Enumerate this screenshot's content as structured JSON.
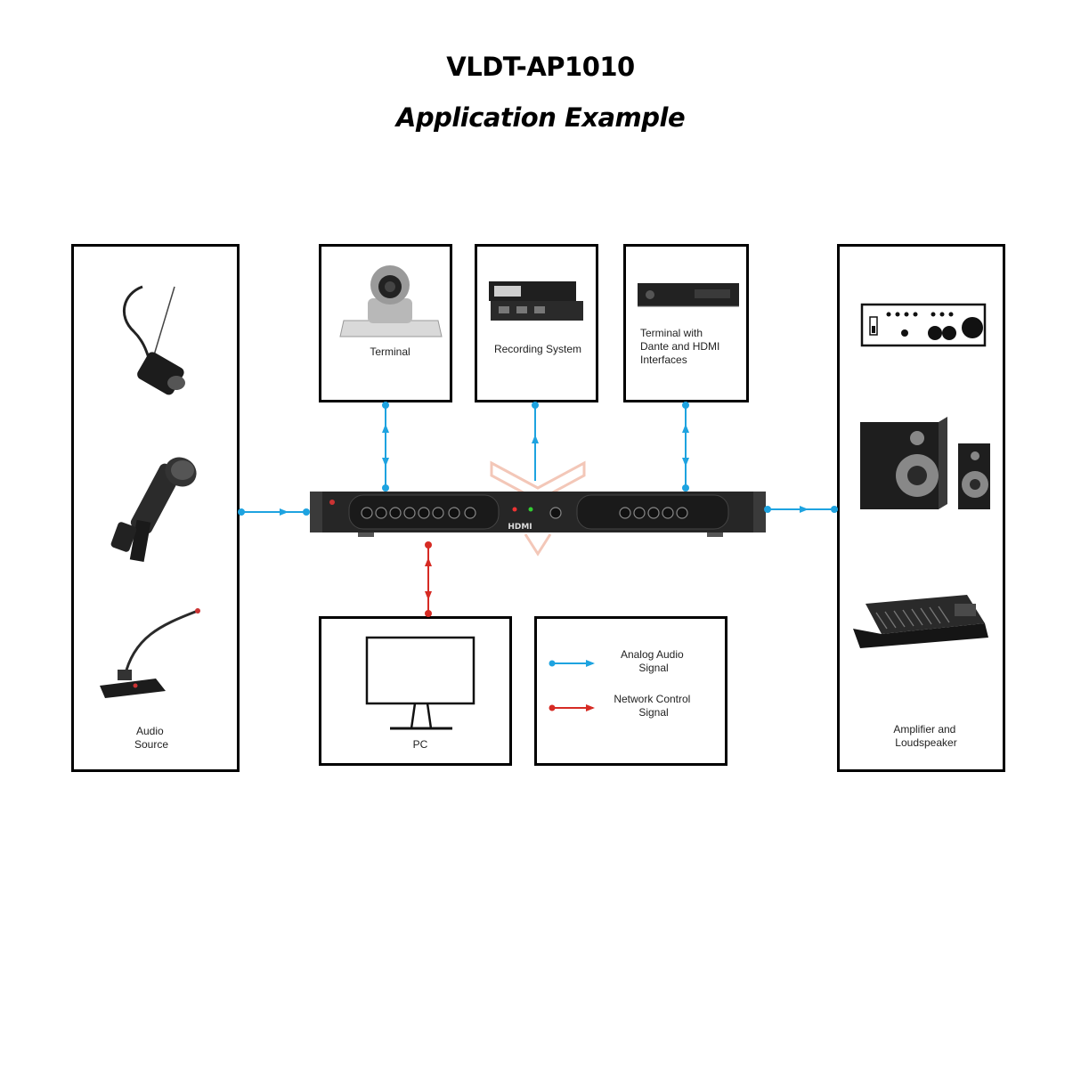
{
  "title": "VLDT-AP1010",
  "subtitle": "Application Example",
  "colors": {
    "analog": "#1ea3e0",
    "network": "#d62b24",
    "device": "#2a2a2a",
    "frame": "#000000"
  },
  "boxes": {
    "audio_source": {
      "label_line1": "Audio",
      "label_line2": "Source",
      "icons": [
        "hanging-microphone-icon",
        "handheld-microphone-icon",
        "gooseneck-microphone-icon"
      ]
    },
    "terminal": {
      "label": "Terminal",
      "icon": "ptz-camera-icon"
    },
    "recording": {
      "label": "Recording System",
      "icon": "recorder-icon"
    },
    "dante_terminal": {
      "label_line1": "Terminal with",
      "label_line2": "Dante and HDMI",
      "label_line3": "Interfaces",
      "icon": "rack-unit-icon"
    },
    "amplifier": {
      "label_line1": "Amplifier and",
      "label_line2": "Loudspeaker",
      "icons": [
        "amplifier-icon",
        "loudspeaker-icon",
        "mixer-icon"
      ]
    },
    "pc": {
      "label": "PC",
      "icon": "monitor-icon"
    },
    "legend": {
      "analog_line1": "Analog Audio",
      "analog_line2": "Signal",
      "network_line1": "Network Control",
      "network_line2": "Signal"
    }
  },
  "device": {
    "model_badge": "HDMI",
    "icon": "rack-audio-processor-icon"
  }
}
